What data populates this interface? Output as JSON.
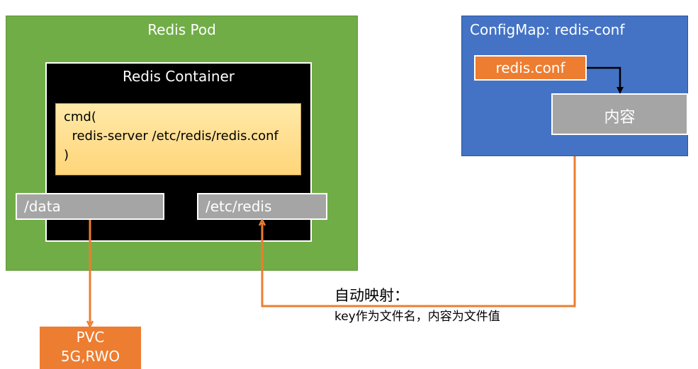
{
  "pod": {
    "title": "Redis Pod"
  },
  "container": {
    "title": "Redis Container",
    "cmd_lines": [
      "cmd(",
      "  redis-server /etc/redis/redis.conf",
      ")"
    ]
  },
  "mounts": {
    "data": "/data",
    "etc": "/etc/redis"
  },
  "configmap": {
    "title": "ConfigMap:  redis-conf",
    "key": "redis.conf",
    "value": "内容"
  },
  "pvc": {
    "line1": "PVC",
    "line2": "5G,RWO"
  },
  "annotation": {
    "title": "自动映射：",
    "body": "key作为文件名，内容为文件值"
  },
  "colors": {
    "pod_green": "#71ad47",
    "configmap_blue": "#4473c5",
    "accent_orange": "#ed7d31",
    "mount_gray": "#a5a5a5"
  }
}
